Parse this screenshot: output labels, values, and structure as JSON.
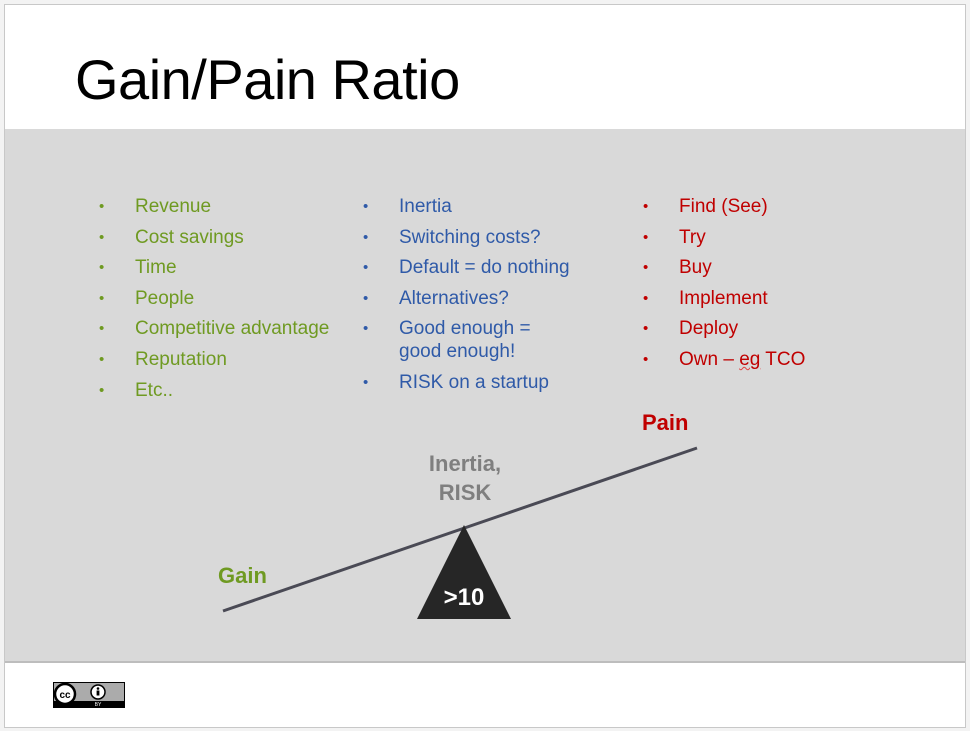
{
  "title": "Gain/Pain Ratio",
  "gain_items": [
    "Revenue",
    "Cost savings",
    "Time",
    "People",
    "Competitive advantage",
    "Reputation",
    "Etc.."
  ],
  "inertia_items": [
    "Inertia",
    "Switching costs?",
    "Default = do nothing",
    "Alternatives?",
    "Good enough = good enough!",
    "RISK on a startup"
  ],
  "pain_items": {
    "find": "Find (See)",
    "try": "Try",
    "buy": "Buy",
    "implement": "Implement",
    "deploy": "Deploy",
    "own_prefix": "Own – ",
    "own_eg": "eg",
    "own_suffix": " TCO"
  },
  "diagram": {
    "pain_label": "Pain",
    "gain_label": "Gain",
    "inertia_line1": "Inertia,",
    "inertia_line2": "RISK",
    "fulcrum_label": ">10"
  },
  "colors": {
    "gain": "#6f9a22",
    "inertia": "#2f5aa8",
    "pain": "#c00000",
    "band": "#d9d9d9",
    "fulcrum": "#262626"
  },
  "license_icon": "cc-by-icon"
}
